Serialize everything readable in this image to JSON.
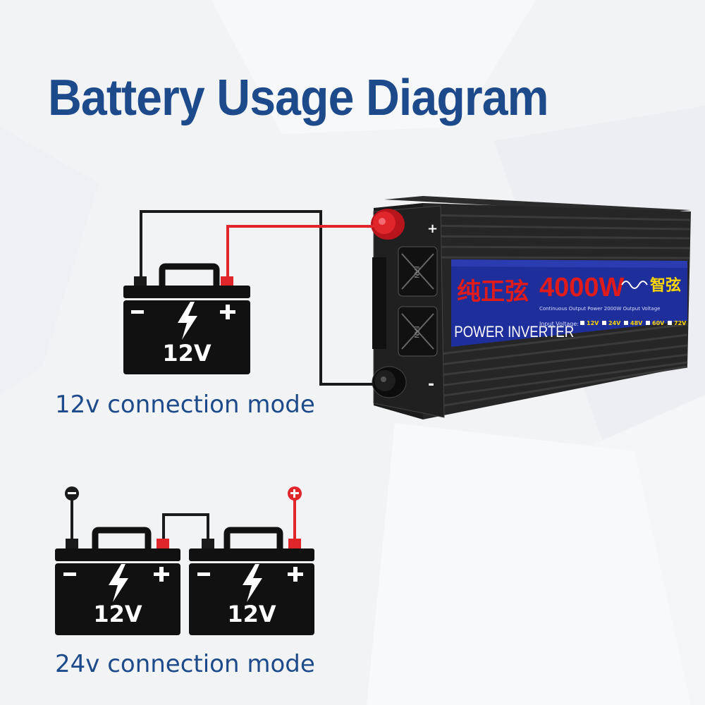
{
  "title": "Battery Usage Diagram",
  "captions": {
    "mode_12v": "12v connection mode",
    "mode_24v": "24v connection mode"
  },
  "battery_12v": {
    "label": "12V",
    "minus": "-",
    "plus": "+"
  },
  "battery_24v_left": {
    "label": "12V",
    "minus": "-",
    "plus": "+"
  },
  "battery_24v_right": {
    "label": "12V",
    "minus": "-",
    "plus": "+"
  },
  "inverter": {
    "brand_cn": "纯正弦",
    "power": "4000W",
    "logo_cn": "智弦",
    "name": "POWER INVERTER",
    "fan_label": "FAN",
    "spec_line1": "Continuous Output Power 2000W  Output Voltage",
    "input_voltage_label": "Input Voltage:",
    "input_options": [
      "12V",
      "24V",
      "48V",
      "60V",
      "72V"
    ],
    "terminal_plus": "+",
    "terminal_minus": "-"
  },
  "colors": {
    "title": "#1d4a8a",
    "positive_wire": "#e0252b",
    "negative_wire": "#1a1a1a",
    "panel_blue": "#1e2e9a",
    "panel_red": "#e01b1b"
  }
}
